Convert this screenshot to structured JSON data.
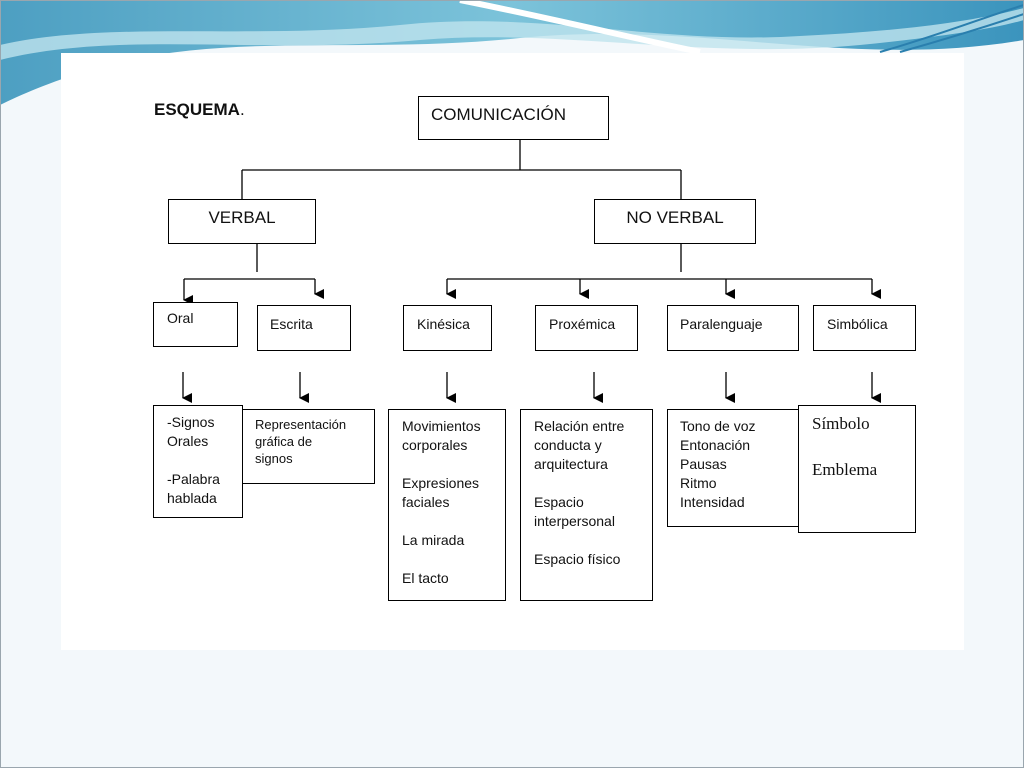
{
  "title": "ESQUEMA",
  "title_suffix": ".",
  "root": "COMUNICACIÓN",
  "branches": {
    "verbal": {
      "label": "VERBAL",
      "children": [
        {
          "label": "Oral",
          "details": "-Signos\nOrales\n\n-Palabra\nhablada"
        },
        {
          "label": "Escrita",
          "details": "Representación\ngráfica de\nsignos"
        }
      ]
    },
    "no_verbal": {
      "label": "NO VERBAL",
      "children": [
        {
          "label": "Kinésica",
          "details": "Movimientos\ncorporales\n\nExpresiones\nfaciales\n\nLa mirada\n\nEl tacto"
        },
        {
          "label": "Proxémica",
          "details": "Relación entre\nconducta y\narquitectura\n\nEspacio\ninterpersonal\n\nEspacio físico"
        },
        {
          "label": "Paralenguaje",
          "details": "Tono de voz\nEntonación\nPausas\nRitmo\nIntensidad"
        },
        {
          "label": "Simbólica",
          "details": "Símbolo\n\nEmblema"
        }
      ]
    }
  },
  "colors": {
    "slide_background": "#f3f8fb",
    "wave_dark": "#5fa8c6",
    "wave_light": "#bfe3ee",
    "line": "#000000"
  }
}
